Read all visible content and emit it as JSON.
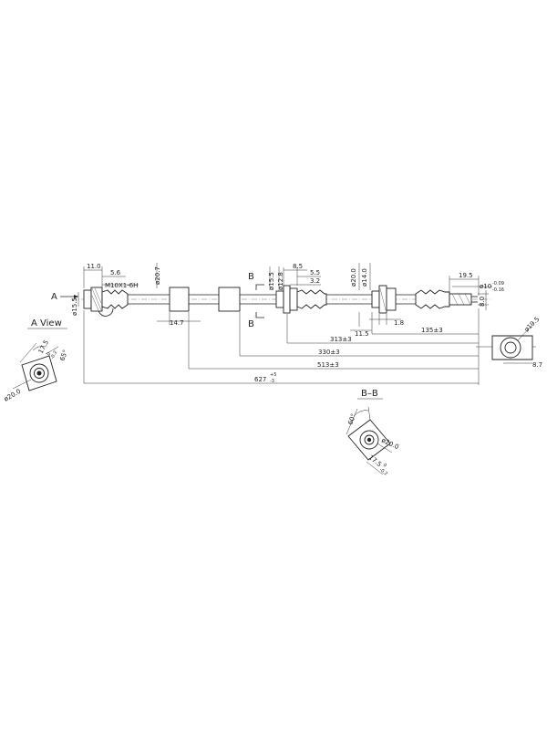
{
  "labels": {
    "a_arrow": "A",
    "a_view": "A View",
    "b_top": "B",
    "b_bottom": "B",
    "bb_title": "B–B",
    "thread": "M10X1-6H",
    "d11_0": "11.0",
    "d5_6": "5.6",
    "d15_5_left": "ø15.5",
    "d20_7": "ø20.7",
    "d14_7": "14.7",
    "d15_5_mid": "ø15.5",
    "d12_8": "ø12.8",
    "d8_5": "8.5",
    "d5_5": "5.5",
    "d3_2": "3.2",
    "d20_0_mid": "ø20.0",
    "d14_0": "ø14.0",
    "d11_5": "11.5",
    "d1_8": "1.8",
    "d135": "135±3",
    "d313": "313±3",
    "d330": "330±3",
    "d513": "513±3",
    "d627": "627",
    "d627_tol_upper": "+5",
    "d627_tol_lower": "-3",
    "d19_5": "19.5",
    "d10": "ø10",
    "d10_tol_upper": "-0.09",
    "d10_tol_lower": "-0.16",
    "d8_0": "8.0",
    "d19_5_rv": "ø19.5",
    "d8_7": "8.7",
    "av_20_0": "ø20.0",
    "av_17": "17.5",
    "av_17_tol_upper": "0",
    "av_17_tol_lower": "-0.2",
    "av_65": "65°",
    "bb_60": "60°",
    "bb_20_0": "ø20.0",
    "bb_17": "17.5",
    "bb_17_tol_upper": "0",
    "bb_17_tol_lower": "-0.2"
  }
}
